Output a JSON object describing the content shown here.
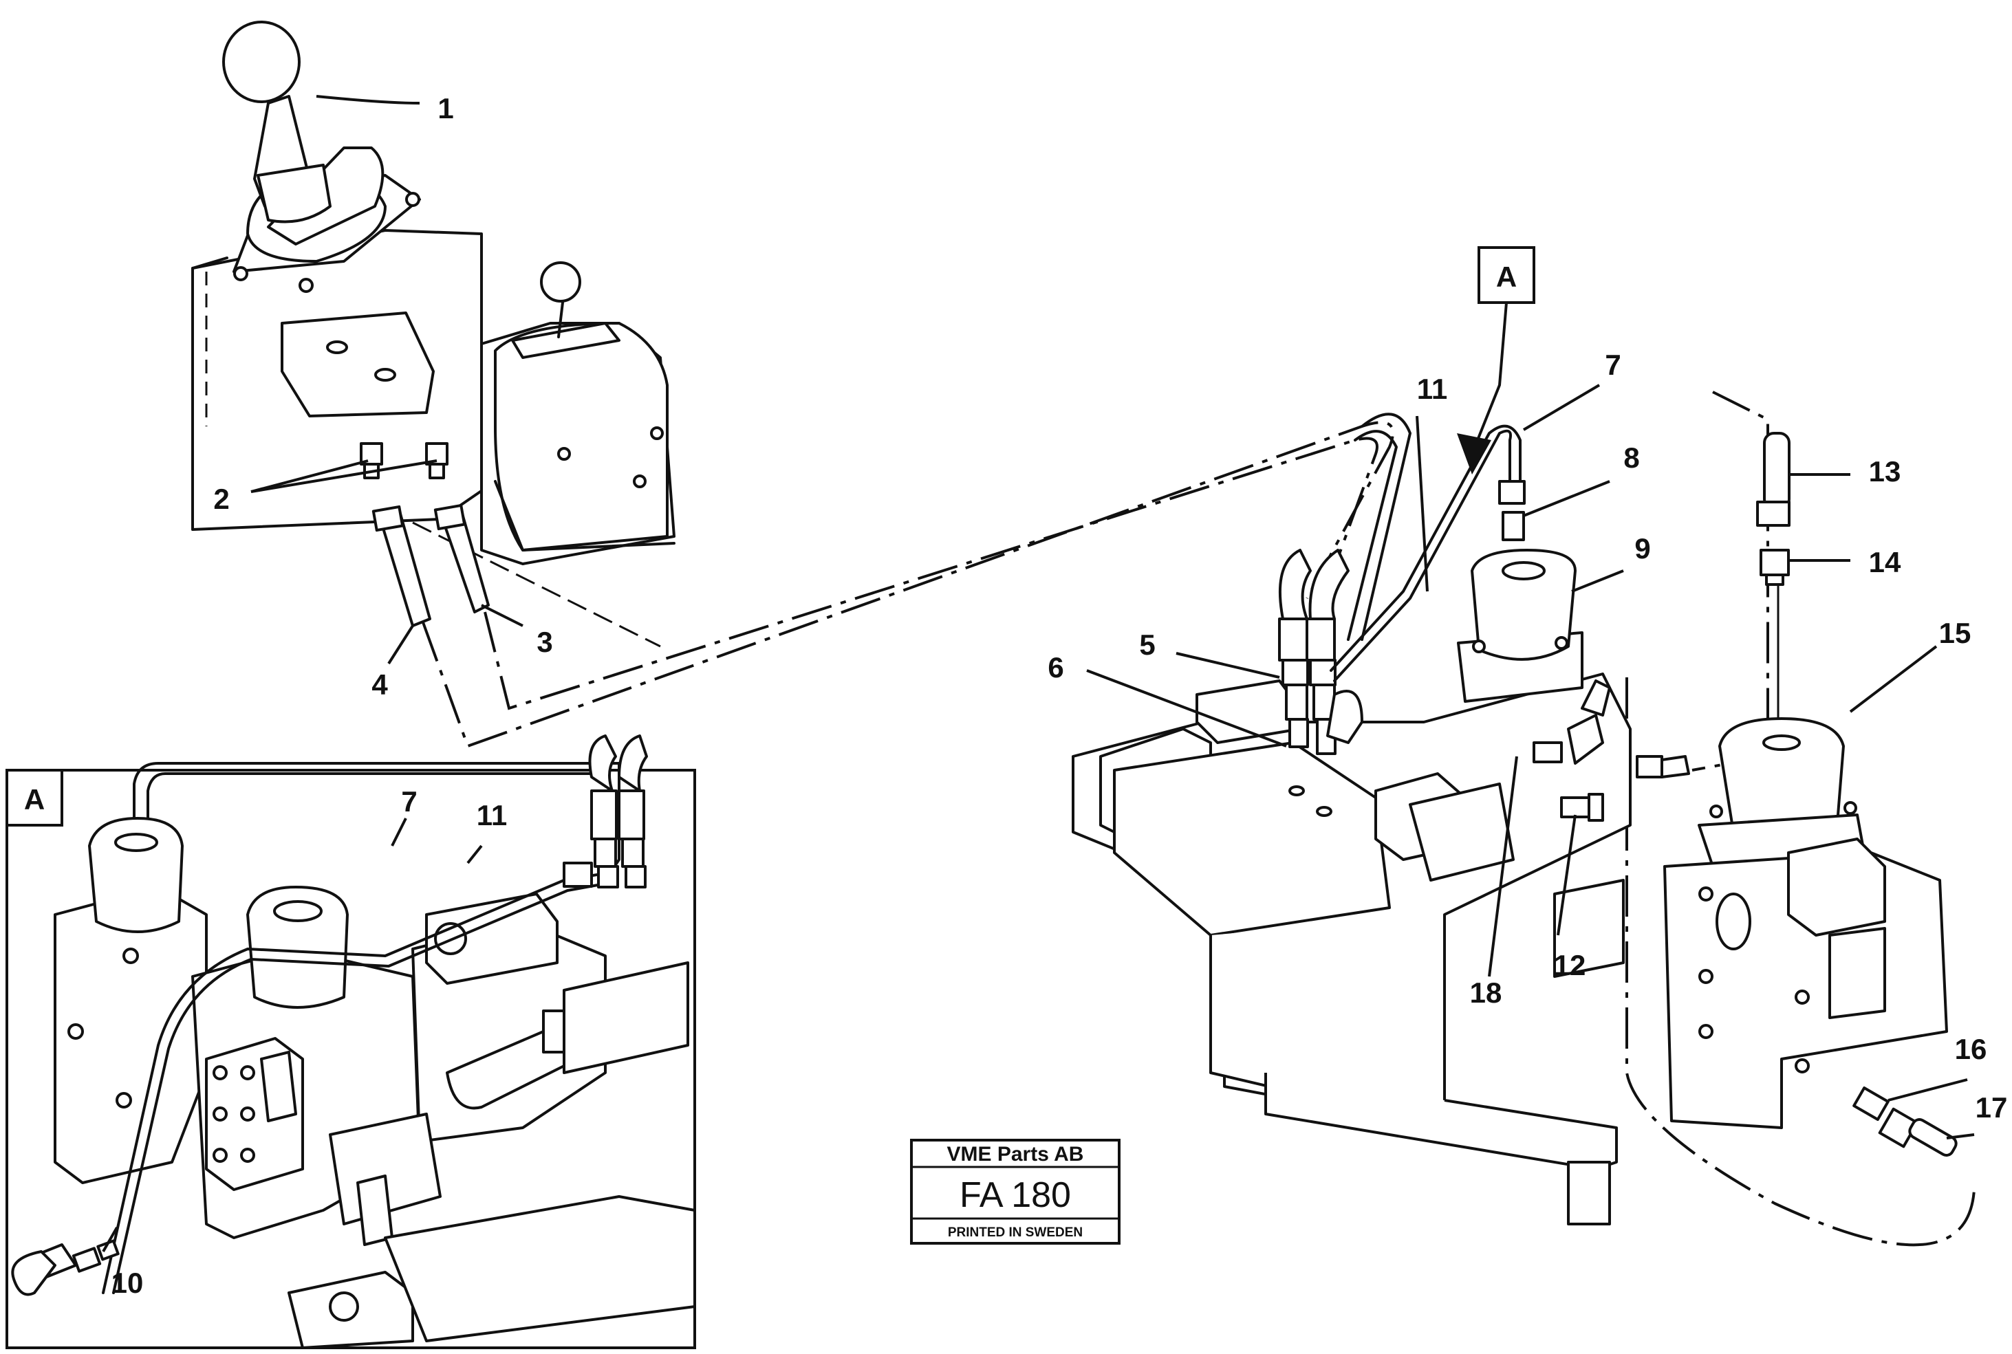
{
  "callouts": {
    "c1": "1",
    "c2": "2",
    "c3": "3",
    "c4": "4",
    "c5": "5",
    "c6": "6",
    "c7": "7",
    "c8": "8",
    "c9": "9",
    "c10": "10",
    "c11": "11",
    "c12": "12",
    "c13": "13",
    "c14": "14",
    "c15": "15",
    "c16": "16",
    "c17": "17",
    "c18": "18"
  },
  "detail_view": {
    "marker": "A",
    "callouts": {
      "c7": "7",
      "c10": "10",
      "c11": "11"
    }
  },
  "view_marker": "A",
  "stamp": {
    "company": "VME Parts AB",
    "code": "FA 180",
    "printed": "PRINTED IN SWEDEN"
  }
}
